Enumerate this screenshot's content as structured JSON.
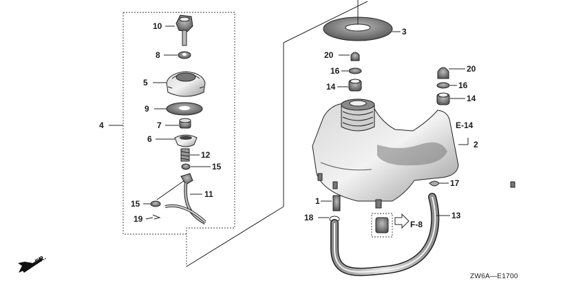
{
  "callouts": [
    {
      "id": "c10",
      "text": "10"
    },
    {
      "id": "c8",
      "text": "8"
    },
    {
      "id": "c5",
      "text": "5"
    },
    {
      "id": "c9",
      "text": "9"
    },
    {
      "id": "c7",
      "text": "7"
    },
    {
      "id": "c6",
      "text": "6"
    },
    {
      "id": "c12",
      "text": "12"
    },
    {
      "id": "c15a",
      "text": "15"
    },
    {
      "id": "c11",
      "text": "11"
    },
    {
      "id": "c15b",
      "text": "15"
    },
    {
      "id": "c19",
      "text": "19"
    },
    {
      "id": "c4",
      "text": "4"
    },
    {
      "id": "c3",
      "text": "3"
    },
    {
      "id": "c20a",
      "text": "20"
    },
    {
      "id": "c16a",
      "text": "16"
    },
    {
      "id": "c14a",
      "text": "14"
    },
    {
      "id": "c20b",
      "text": "20"
    },
    {
      "id": "c16b",
      "text": "16"
    },
    {
      "id": "c14b",
      "text": "14"
    },
    {
      "id": "c2",
      "text": "2"
    },
    {
      "id": "c17",
      "text": "17"
    },
    {
      "id": "c1",
      "text": "1"
    },
    {
      "id": "c18",
      "text": "18"
    },
    {
      "id": "c13",
      "text": "13"
    }
  ],
  "references": {
    "e14": "E-14",
    "f8": "F-8"
  },
  "direction": "FR.",
  "diagram_code": "ZW6A—E1700"
}
